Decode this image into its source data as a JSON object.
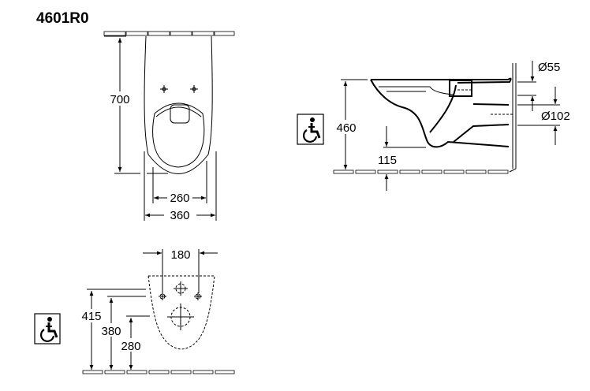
{
  "title": "4601R0",
  "top_view": {
    "height": "700",
    "inner_width": "260",
    "outer_width": "360"
  },
  "side_view": {
    "rim_height": "460",
    "outlet_height": "115",
    "inlet_diameter": "Ø55",
    "outlet_diameter": "Ø102"
  },
  "wall_view": {
    "fixing_spacing": "180",
    "height_upper": "415",
    "height_middle": "380",
    "height_lower": "280"
  },
  "icons": [
    "wheelchair-accessible-icon",
    "wheelchair-accessible-icon"
  ]
}
